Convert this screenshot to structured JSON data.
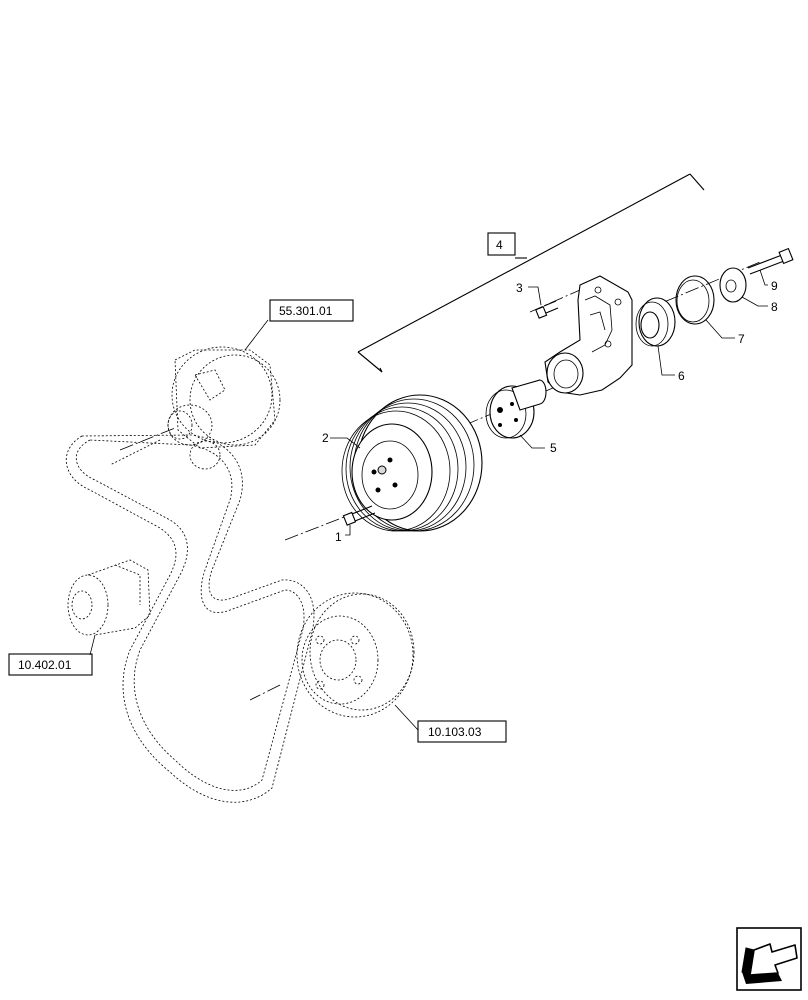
{
  "callouts": {
    "c1": "1",
    "c2": "2",
    "c3": "3",
    "c4": "4",
    "c5": "5",
    "c6": "6",
    "c7": "7",
    "c8": "8",
    "c9": "9"
  },
  "references": {
    "alternator": "55.301.01",
    "tensioner": "10.402.01",
    "damper": "10.103.03"
  },
  "nav_icon": "arrow-icon"
}
